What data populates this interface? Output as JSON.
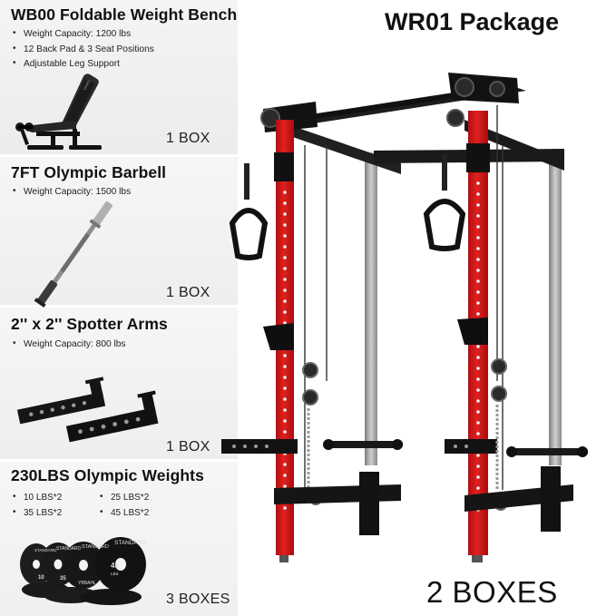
{
  "package": {
    "title": "WR01 Package",
    "quantity": "2 BOXES"
  },
  "items": [
    {
      "title": "WB00 Foldable Weight Bench",
      "features": [
        "Weight Capacity: 1200 lbs",
        "12 Back Pad & 3 Seat Positions",
        "Adjustable Leg Support"
      ],
      "quantity": "1 BOX"
    },
    {
      "title": "7FT Olympic Barbell",
      "features": [
        "Weight Capacity: 1500 lbs"
      ],
      "quantity": "1 BOX"
    },
    {
      "title": "2'' x 2'' Spotter Arms",
      "features": [
        "Weight Capacity: 800 lbs"
      ],
      "quantity": "1 BOX"
    },
    {
      "title": "230LBS Olympic Weights",
      "features": [
        "10 LBS*2",
        "25 LBS*2",
        "35 LBS*2",
        "45 LBS*2"
      ],
      "quantity": "3 BOXES"
    }
  ],
  "plate_labels": {
    "brand": "STANDARD",
    "brand_rev": "YBBAHL",
    "p10": "10",
    "p35": "35",
    "p45": "45",
    "lbs": "LBS"
  },
  "colors": {
    "rack_red": "#d8191b",
    "rack_black": "#1c1c1c",
    "steel": "#a9a9a9"
  }
}
